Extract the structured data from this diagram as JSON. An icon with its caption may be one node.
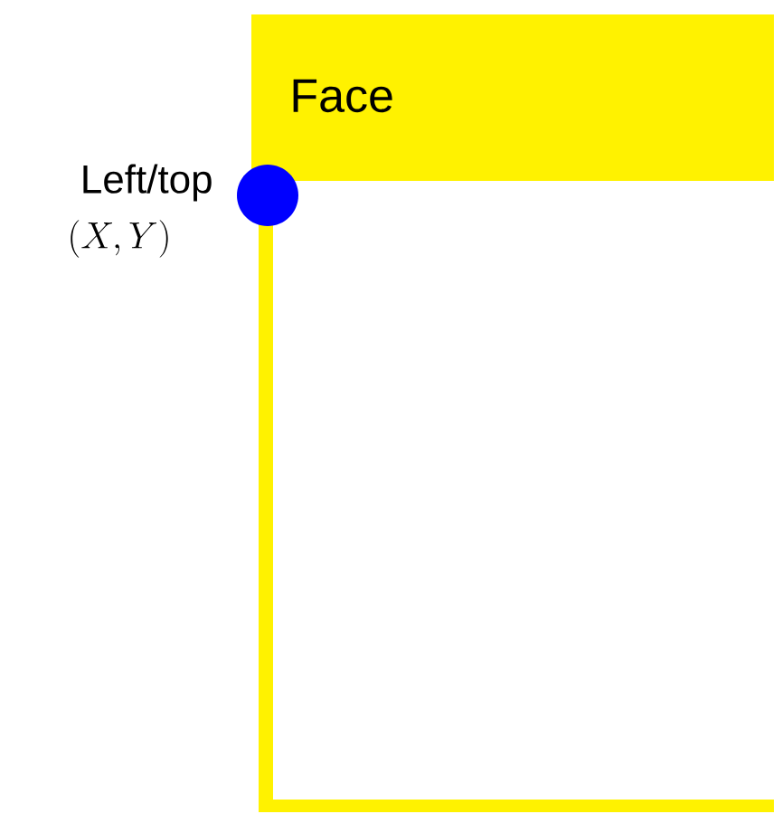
{
  "diagram": {
    "nodes": [
      {
        "text": [
          "Face"
        ]
      },
      {
        "text": [],
        "shape": "circle",
        "beside": [
          "Left/top",
          "\\left(X,Y\\right)"
        ]
      }
    ],
    "edges": []
  }
}
